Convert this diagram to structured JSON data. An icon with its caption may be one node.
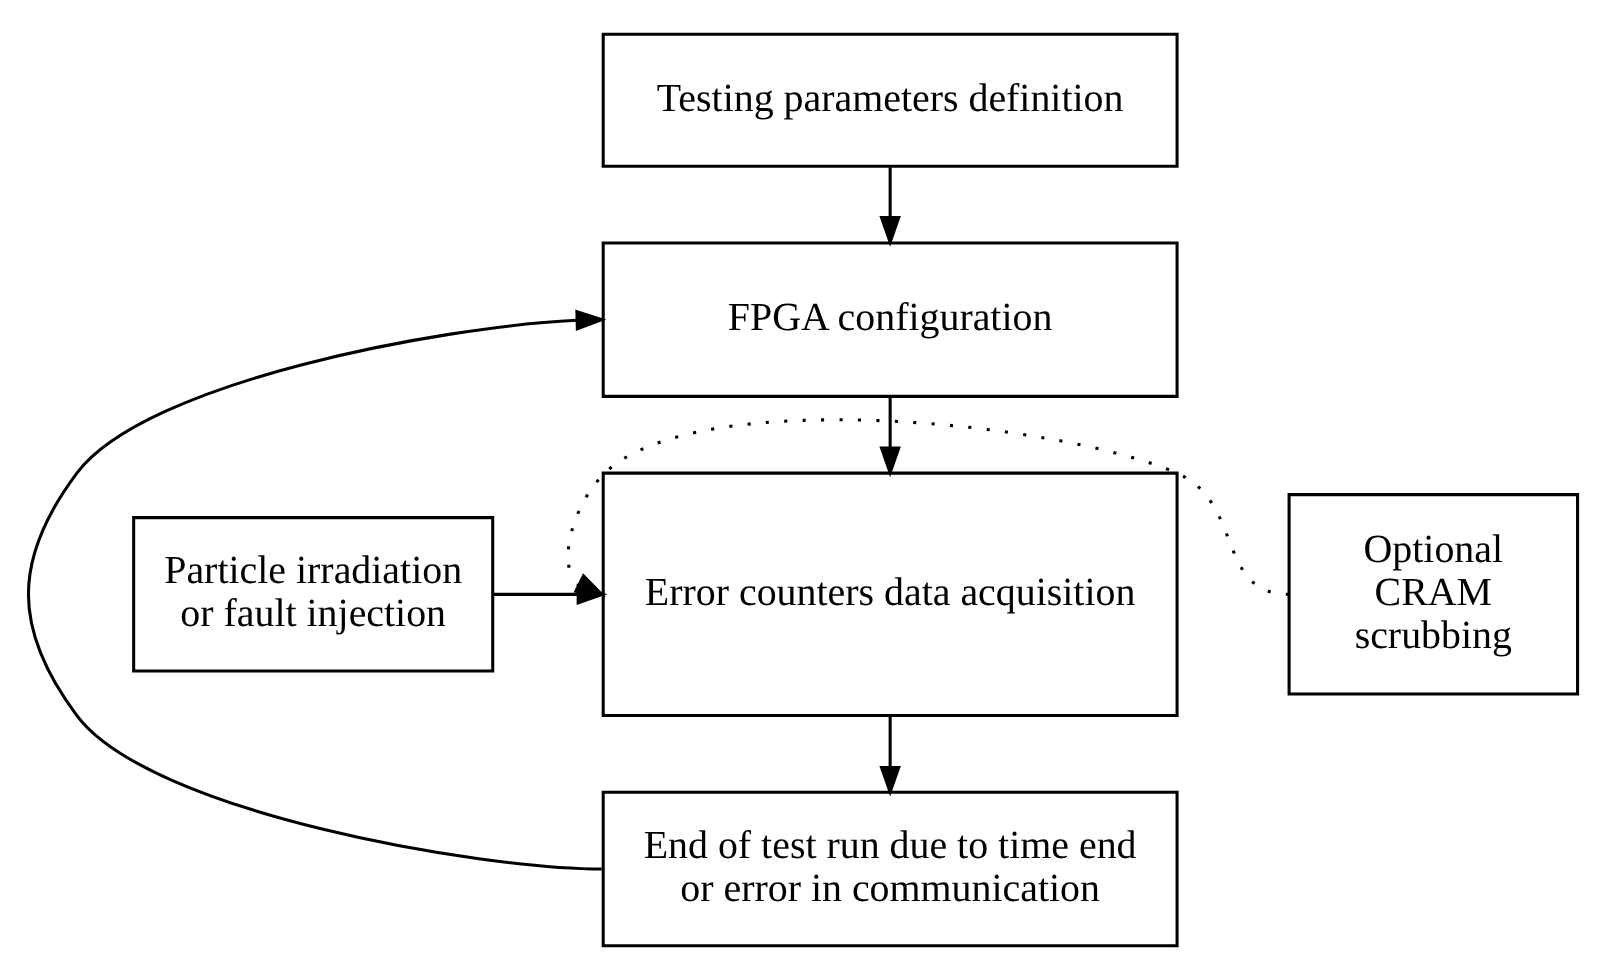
{
  "diagram": {
    "nodes": [
      {
        "text": [
          "Testing parameters definition"
        ]
      },
      {
        "text": [
          "FPGA configuration"
        ]
      },
      {
        "text": [
          "Particle irradiation or fault injection"
        ]
      },
      {
        "text": [
          "Error counters data acquisition"
        ]
      },
      {
        "text": [
          "Optional CRAM scrubbing"
        ]
      },
      {
        "text": [
          "End of test run due to time end or error in communication"
        ]
      }
    ],
    "edges": [
      {
        "from": 0,
        "to": 1,
        "arrow": "to"
      },
      {
        "from": 1,
        "to": 3,
        "arrow": "to"
      },
      {
        "from": 2,
        "to": 3,
        "arrow": "to"
      },
      {
        "from": 4,
        "to": 3,
        "arrow": "to",
        "style": "dashed"
      },
      {
        "from": 3,
        "to": 5,
        "arrow": "to"
      },
      {
        "from": 5,
        "to": 1,
        "arrow": "to"
      }
    ]
  }
}
